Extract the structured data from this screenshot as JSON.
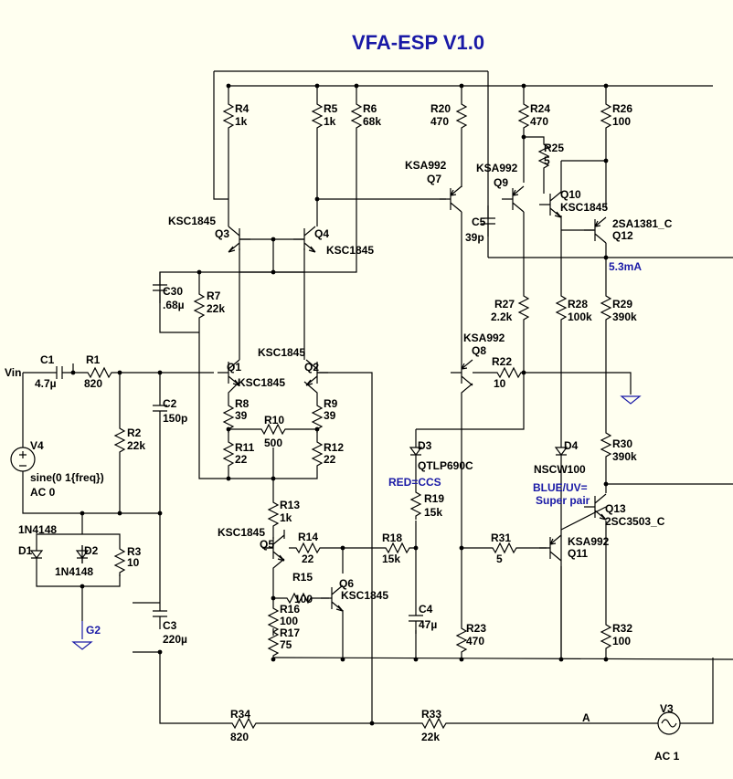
{
  "title": "VFA-ESP V1.0",
  "labels": {
    "vin": "Vin",
    "C1": "C1",
    "C1_v": "4.7µ",
    "R1": "R1",
    "R1_v": "820",
    "V4": "V4",
    "V4_spec": "sine(0 1{freq})",
    "V4_ac": "AC 0",
    "R2": "R2",
    "R2_v": "22k",
    "C2": "C2",
    "C2_v": "150p",
    "D1_type": "1N4148",
    "D1": "D1",
    "D2": "D2",
    "D2_type": "1N4148",
    "R3": "R3",
    "R3_v": "10",
    "G2": "G2",
    "C3": "C3",
    "C3_v": "220µ",
    "R34": "R34",
    "R34_v": "820",
    "R33": "R33",
    "R33_v": "22k",
    "A": "A",
    "V3": "V3",
    "V3_ac": "AC 1",
    "R4": "R4",
    "R4_v": "1k",
    "R5": "R5",
    "R5_v": "1k",
    "R6": "R6",
    "R6_v": "68k",
    "Q3_type": "KSC1845",
    "Q3": "Q3",
    "Q4": "Q4",
    "Q4_type": "KSC1845",
    "C30": "C30",
    "C30_v": ".68µ",
    "R7": "R7",
    "R7_v": "22k",
    "Q1": "Q1",
    "Q1_type": "KSC1845",
    "Q2_type": "KSC1845",
    "Q2": "Q2",
    "R8": "R8",
    "R8_v": "39",
    "R9": "R9",
    "R9_v": "39",
    "R10": "R10",
    "R10_v": "500",
    "R11": "R11",
    "R11_v": "22",
    "R12": "R12",
    "R12_v": "22",
    "R13": "R13",
    "R13_v": "1k",
    "Q5_type": "KSC1845",
    "Q5": "Q5",
    "R14": "R14",
    "R14_v": "22",
    "R15": "R15",
    "R15_v": "100",
    "Q6": "Q6",
    "Q6_type": "KSC1845",
    "R16": "R16",
    "R16_v": "100",
    "R17": "R17",
    "R17_v": "75",
    "R18": "R18",
    "R18_v": "15k",
    "D3": "D3",
    "D3_type": "QTLP690C",
    "red_ccs": "RED=CCS",
    "R19": "R19",
    "R19_v": "15k",
    "C4": "C4",
    "C4_v": "47µ",
    "R20": "R20",
    "R20_v": "470",
    "Q7_type": "KSA992",
    "Q7": "Q7",
    "C5": "C5",
    "C5_v": "39p",
    "Q9_type": "KSA992",
    "Q9": "Q9",
    "R24": "R24",
    "R24_v": "470",
    "R25": "R25",
    "R25_v": "5",
    "Q10": "Q10",
    "Q10_type": "KSC1845",
    "R26": "R26",
    "R26_v": "100",
    "Q12_type": "2SA1381_C",
    "Q12": "Q12",
    "current": "5.3mA",
    "R27": "R27",
    "R27_v": "2.2k",
    "R28": "R28",
    "R28_v": "100k",
    "R29": "R29",
    "R29_v": "390k",
    "Q8_type": "KSA992",
    "Q8": "Q8",
    "R22": "R22",
    "R22_v": "10",
    "D4": "D4",
    "D4_type": "NSCW100",
    "R30": "R30",
    "R30_v": "390k",
    "blue_uv": "BLUE/UV=",
    "super_pair": "Super pair",
    "Q13": "Q13",
    "Q13_type": "2SC3503_C",
    "R31": "R31",
    "R31_v": "5",
    "Q11_type": "KSA992",
    "Q11": "Q11",
    "R23": "R23",
    "R23_v": "470",
    "R32": "R32",
    "R32_v": "100"
  }
}
